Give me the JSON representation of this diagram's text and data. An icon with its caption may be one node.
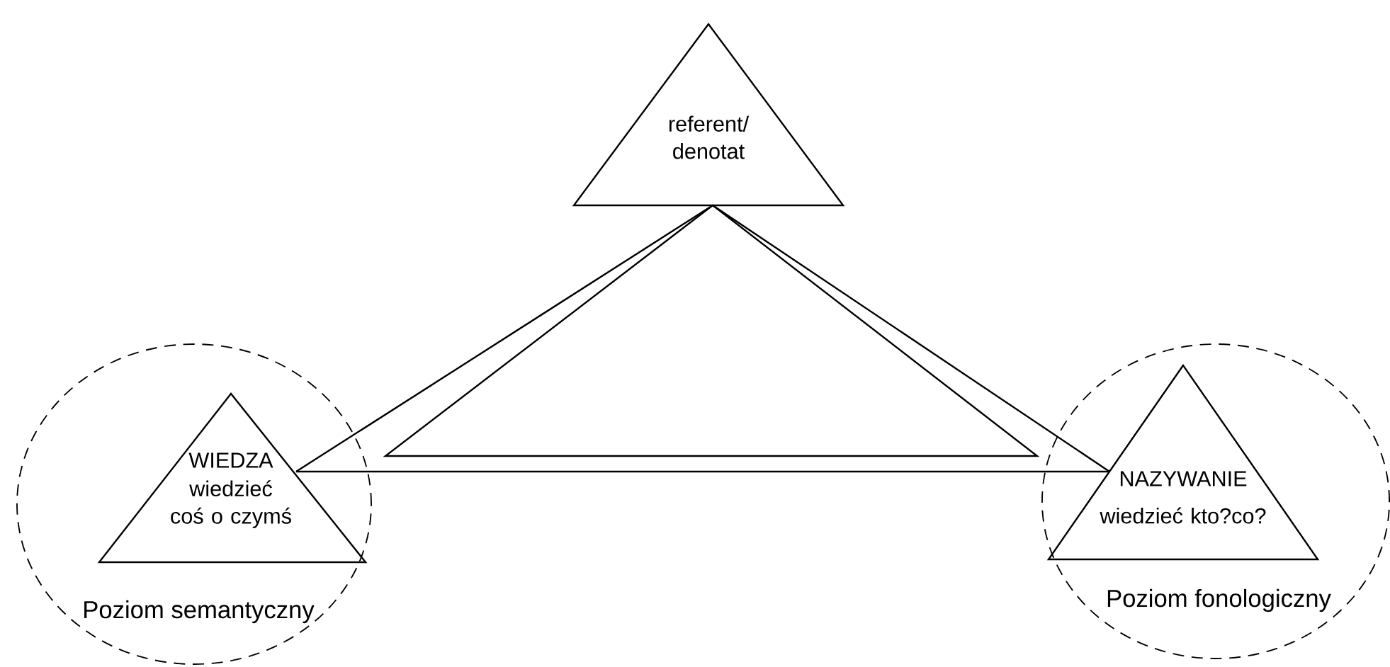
{
  "diagram": {
    "nodes": [
      {
        "text": [
          "referent/ denotat"
        ]
      },
      {
        "text": [
          "Poziom semantyczny"
        ]
      },
      {
        "text": [
          "WIEDZA",
          "wiedzieć coś o czymś"
        ],
        "in": 1
      },
      {
        "text": [
          "Poziom fonologiczny"
        ]
      },
      {
        "text": [
          "NAZYWANIE",
          "wiedzieć kto?co?"
        ],
        "in": 3
      }
    ],
    "edges": [
      {
        "from": 0,
        "to": 2,
        "arrow": "none"
      },
      {
        "from": 0,
        "to": 4,
        "arrow": "none"
      },
      {
        "from": 2,
        "to": 4,
        "arrow": "none"
      }
    ]
  }
}
